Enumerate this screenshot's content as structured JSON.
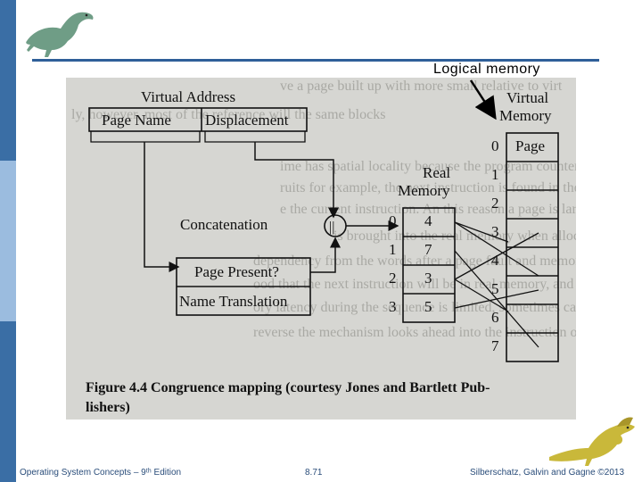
{
  "header": {
    "logical_memory_label": "Logical memory"
  },
  "figure": {
    "virtual_address_title": "Virtual Address",
    "page_name_label": "Page Name",
    "displacement_label": "Displacement",
    "concatenation_label": "Concatenation",
    "concat_symbol": "||",
    "page_present_label": "Page Present?",
    "name_translation_label": "Name Translation",
    "real_memory_title_line1": "Real",
    "real_memory_title_line2": "Memory",
    "virtual_memory_title_line1": "Virtual",
    "virtual_memory_title_line2": "Memory",
    "real_memory_rows": [
      {
        "index": "0",
        "value": "4"
      },
      {
        "index": "1",
        "value": "7"
      },
      {
        "index": "2",
        "value": "3"
      },
      {
        "index": "3",
        "value": "5"
      }
    ],
    "virtual_memory_rows": [
      "0",
      "1",
      "2",
      "3",
      "4",
      "5",
      "6",
      "7"
    ],
    "virtual_first_cell": "Page",
    "caption_line1": "Figure 4.4  Congruence mapping (courtesy Jones and Bartlett Pub-",
    "caption_line2": "lishers)"
  },
  "footer": {
    "left": "Operating System Concepts – 9ᵗʰ Edition",
    "middle": "8.71",
    "right": "Silberschatz, Galvin and Gagne ©2013"
  },
  "colors": {
    "sidebar": "#3a6ea5",
    "sidebar_light": "#9bbcdf",
    "rule": "#2f5f99",
    "scan_background": "#d6d6d2"
  },
  "icons": {
    "top_left": "dinosaur-icon",
    "bottom_right": "dinosaur-icon"
  }
}
